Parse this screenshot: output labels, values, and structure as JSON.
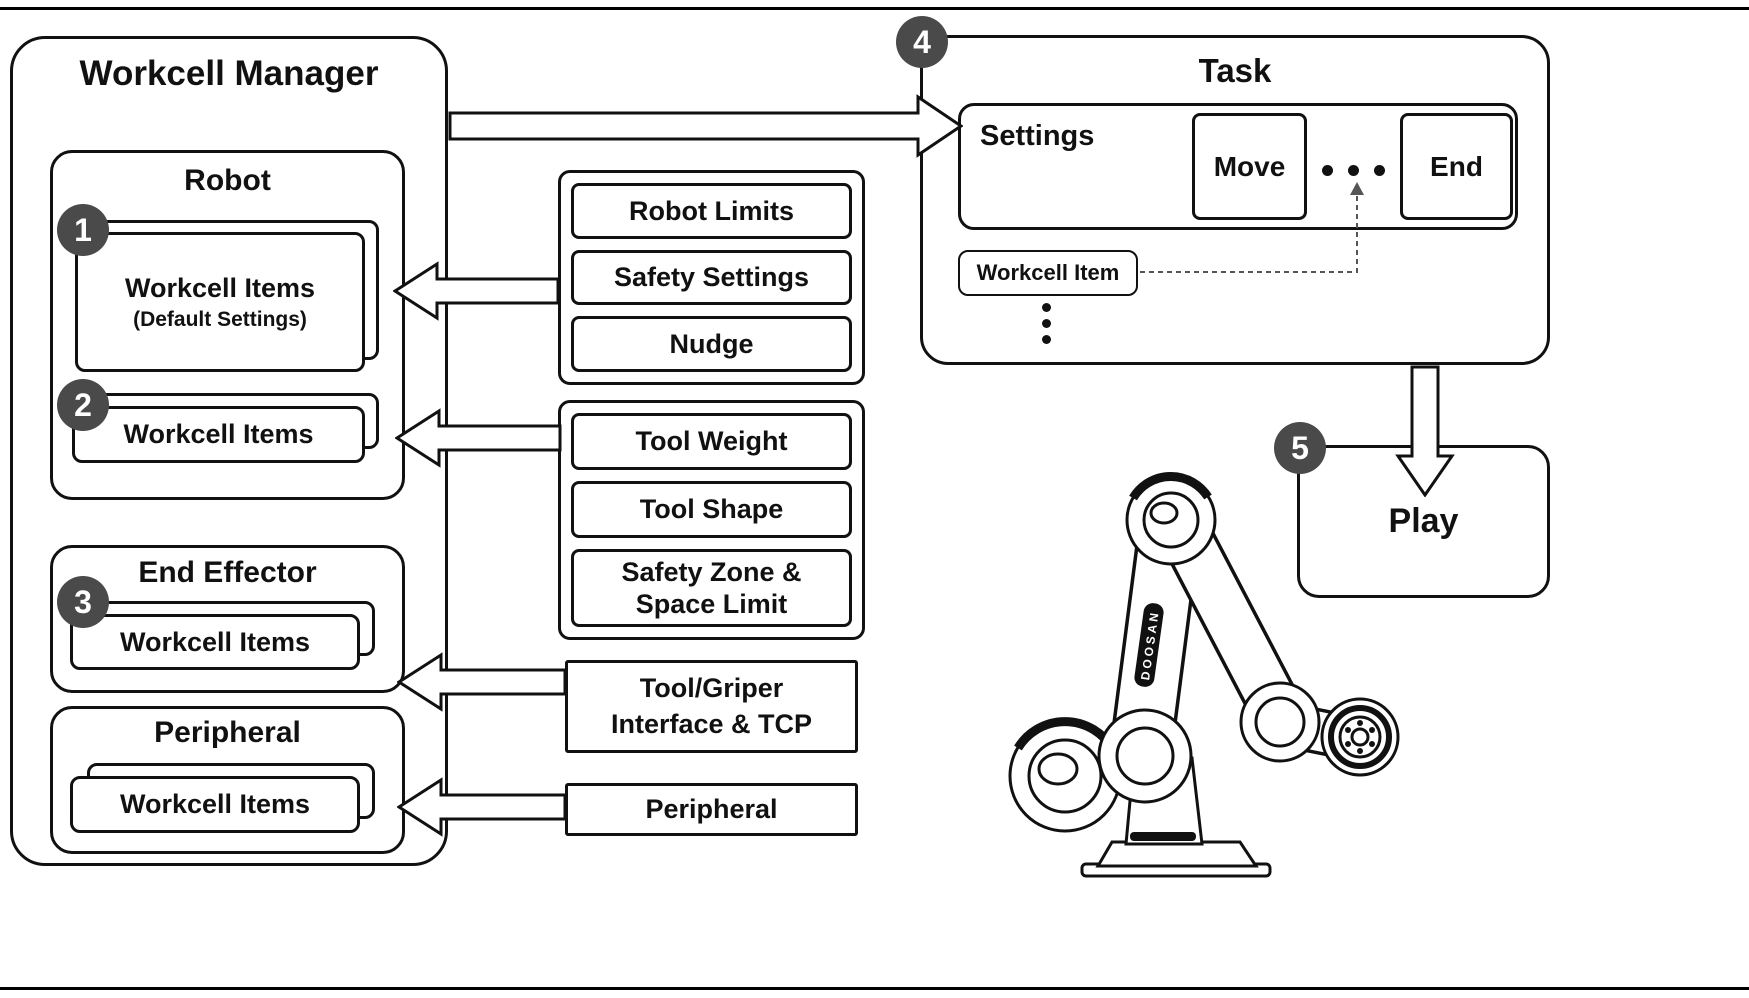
{
  "colors": {
    "border": "#111111",
    "background": "#ffffff",
    "badge_background": "#4a4a4a",
    "badge_text": "#ffffff",
    "connector": "#555555"
  },
  "badges": [
    "1",
    "2",
    "3",
    "4",
    "5"
  ],
  "workcell_manager": {
    "title": "Workcell Manager",
    "robot": {
      "title": "Robot",
      "default_items_line1": "Workcell Items",
      "default_items_line2": "(Default Settings)",
      "items": "Workcell Items"
    },
    "end_effector": {
      "title": "End Effector",
      "items": "Workcell Items"
    },
    "peripheral": {
      "title": "Peripheral",
      "items": "Workcell Items"
    }
  },
  "settings_boxes": {
    "robot_group": [
      "Robot Limits",
      "Safety Settings",
      "Nudge"
    ],
    "tool_group": [
      "Tool Weight",
      "Tool Shape"
    ],
    "safety_zone_line1": "Safety Zone &",
    "safety_zone_line2": "Space Limit",
    "tool_gripper_line1": "Tool/Griper",
    "tool_gripper_line2": "Interface & TCP",
    "peripheral": "Peripheral"
  },
  "task": {
    "title": "Task",
    "settings_label": "Settings",
    "move_label": "Move",
    "end_label": "End",
    "workcell_item_label": "Workcell Item"
  },
  "play": {
    "label": "Play"
  },
  "illustration": {
    "robot_brand": "DOOSAN"
  },
  "icons": {
    "between_move_and_end": "ellipsis-horizontal-icon",
    "below_workcell_item": "ellipsis-vertical-icon",
    "manager_to_task": "arrow-right-icon",
    "settings_to_items": "arrow-left-icon",
    "task_to_play": "arrow-down-icon"
  }
}
